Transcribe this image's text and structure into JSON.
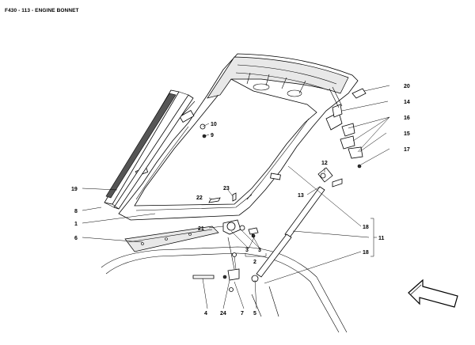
{
  "title": "F430 - 113 - ENGINE BONNET",
  "callouts": {
    "c1": "1",
    "c2": "2",
    "c3a": "3",
    "c3b": "3",
    "c4": "4",
    "c5": "5",
    "c6": "6",
    "c7": "7",
    "c8": "8",
    "c9": "9",
    "c10": "10",
    "c11": "11",
    "c12": "12",
    "c13": "13",
    "c14": "14",
    "c15": "15",
    "c16": "16",
    "c17": "17",
    "c18a": "18",
    "c18b": "18",
    "c19": "19",
    "c20": "20",
    "c21": "21",
    "c22": "22",
    "c23": "23",
    "c24": "24"
  },
  "icons": {
    "direction": "front-direction-arrow-icon"
  }
}
